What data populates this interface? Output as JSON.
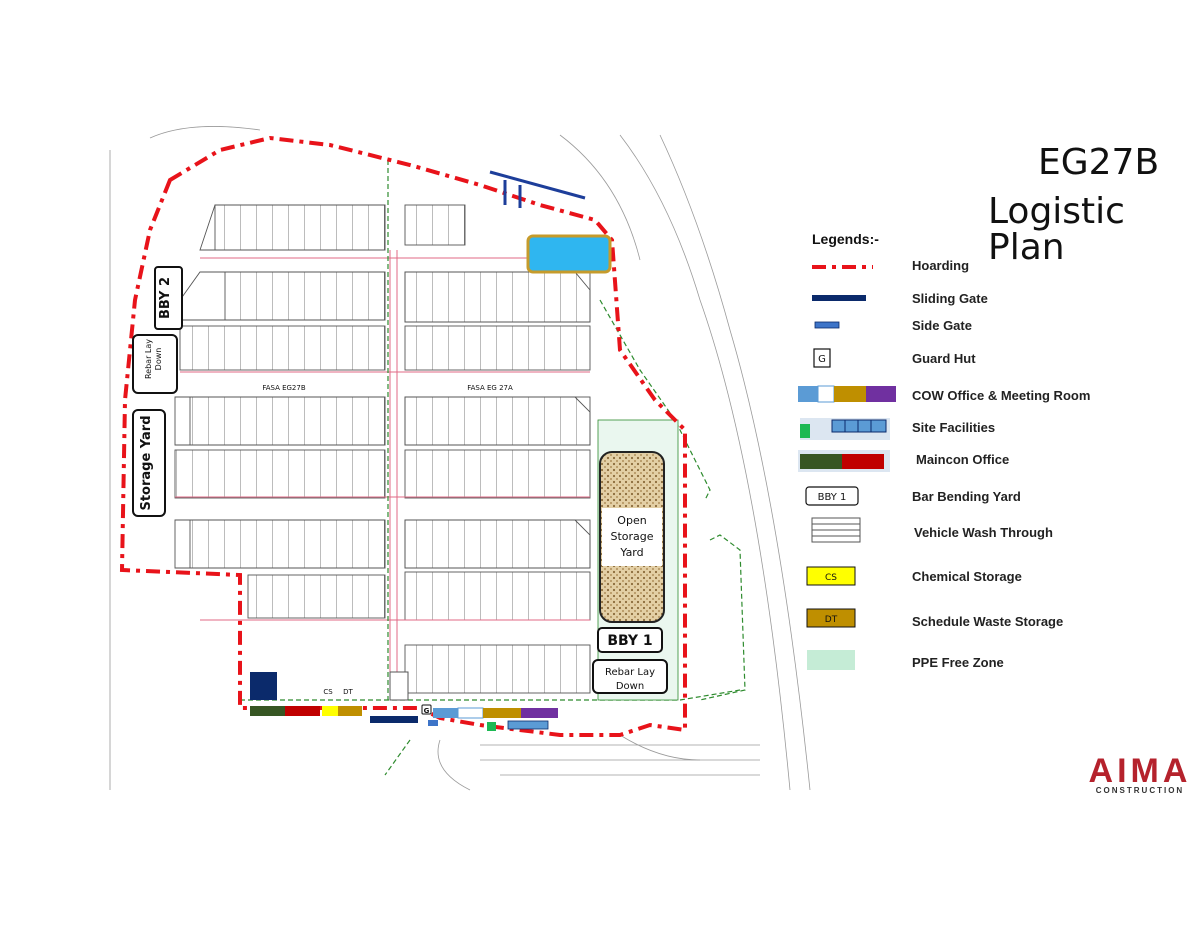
{
  "title": {
    "line1": "EG27B",
    "line2": "Logistic Plan"
  },
  "legend": {
    "heading": "Legends:-",
    "items": [
      {
        "key": "hoarding",
        "label": "Hoarding",
        "color": "#e8131a"
      },
      {
        "key": "sliding-gate",
        "label": "Sliding Gate",
        "color": "#0b2a6b"
      },
      {
        "key": "side-gate",
        "label": "Side Gate",
        "color": "#3d74c8"
      },
      {
        "key": "guard-hut",
        "label": "Guard Hut",
        "symbol": "G"
      },
      {
        "key": "cow-office",
        "label": "COW Office & Meeting Room"
      },
      {
        "key": "site-facilities",
        "label": "Site Facilities"
      },
      {
        "key": "maincon-office",
        "label": "Maincon Office"
      },
      {
        "key": "bar-bending-yard",
        "label": "Bar Bending Yard",
        "symbol": "BBY 1"
      },
      {
        "key": "vehicle-wash",
        "label": "Vehicle Wash Through"
      },
      {
        "key": "chemical-storage",
        "label": "Chemical Storage",
        "symbol": "CS",
        "color": "#ffff00"
      },
      {
        "key": "schedule-waste",
        "label": "Schedule Waste Storage",
        "symbol": "DT",
        "color": "#bf8f00"
      },
      {
        "key": "ppe-free-zone",
        "label": "PPE Free Zone",
        "color": "#c5ecd6"
      }
    ]
  },
  "map_labels": {
    "bby2": "BBY 2",
    "rebar_left_1": "Rebar Lay",
    "rebar_left_2": "Down",
    "storage_yard": "Storage Yard",
    "open_storage_1": "Open",
    "open_storage_2": "Storage",
    "open_storage_3": "Yard",
    "bby1": "BBY 1",
    "rebar_right_1": "Rebar Lay",
    "rebar_right_2": "Down",
    "fasa_left": "FASA   EG27B",
    "fasa_right": "FASA   EG 27A",
    "cs_tag": "CS",
    "dt_tag": "DT",
    "guard_tag": "G"
  },
  "brand": {
    "name": "AIMA",
    "sub": "CONSTRUCTION",
    "color": "#b5222c"
  },
  "colors": {
    "hoarding": "#e8131a",
    "walkway_green": "#2e8b2e",
    "road_pink": "#e06a86",
    "sliding_gate": "#0b2a6b",
    "side_gate": "#3d74c8",
    "cow_blue": "#5b9bd5",
    "cow_gold": "#bf8f00",
    "cow_purple": "#7030a0",
    "maincon_green": "#375623",
    "maincon_red": "#c00000",
    "chem_yellow": "#ffff00",
    "ppe_green": "#c5ecd6",
    "sandy": "#d8c39a"
  }
}
